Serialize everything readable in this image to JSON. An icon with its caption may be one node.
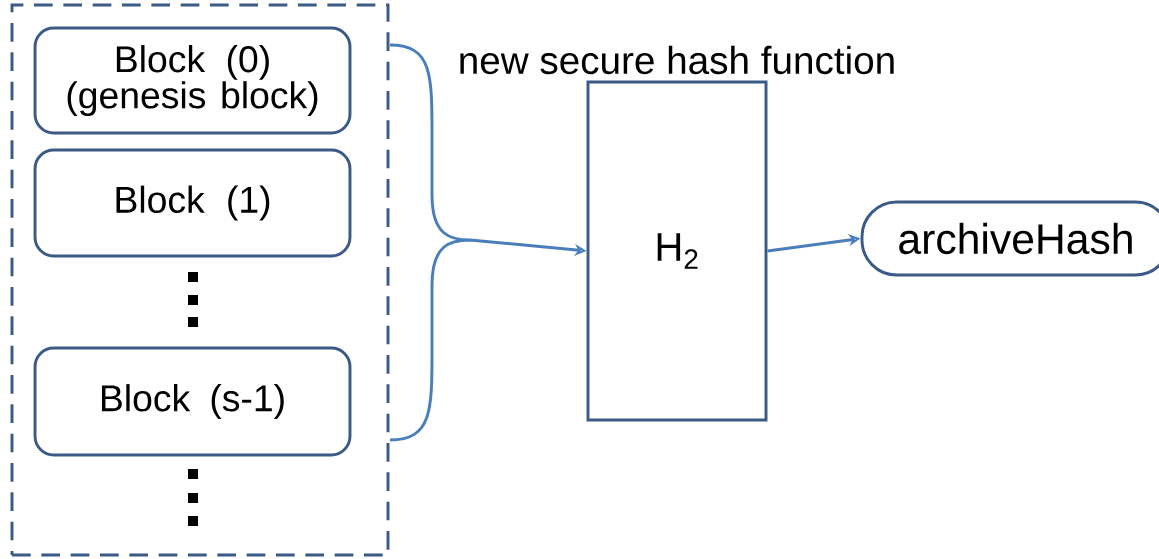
{
  "diagram": {
    "nodes": [
      {
        "text": [],
        "shape": "box"
      },
      {
        "text": [
          "Block (0) (genesis block)"
        ],
        "in": 0
      },
      {
        "text": [
          "Block (1)"
        ],
        "in": 0
      },
      {
        "text": [
          "Block (s-1)"
        ],
        "in": 0
      },
      {
        "text": [
          "new secure hash function",
          "H$_{2}$"
        ]
      },
      {
        "text": [
          "archiveHash"
        ]
      }
    ],
    "edges": [
      {
        "from": 0,
        "to": 4,
        "arrow": "to"
      },
      {
        "from": 4,
        "to": 5,
        "arrow": "to"
      }
    ]
  }
}
